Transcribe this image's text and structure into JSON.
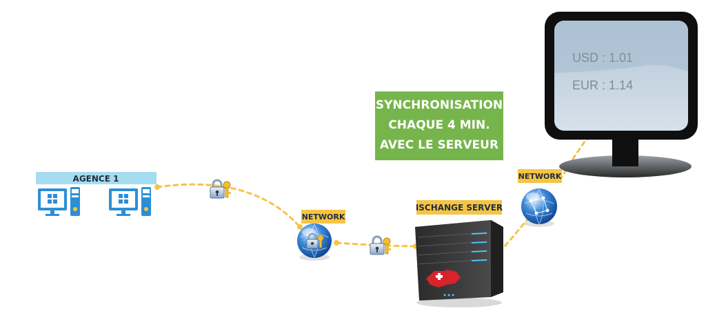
{
  "agency": {
    "label": "AGENCE 1"
  },
  "network_left": {
    "label": "NETWORK"
  },
  "network_right": {
    "label": "NETWORK"
  },
  "server": {
    "label": "ISCHANGE SERVER"
  },
  "sync_note": {
    "lines": [
      "SYNCHRONISATION",
      "CHAQUE 4 MIN.",
      "AVEC LE SERVEUR"
    ]
  },
  "display": {
    "rates": [
      {
        "text": "USD : 1.01"
      },
      {
        "text": "EUR  : 1.14"
      }
    ]
  },
  "colors": {
    "badge": "#f6c445",
    "agency_bar": "#a6dcf0",
    "sync_box": "#76b54b",
    "connector": "#f6c445",
    "windows_blue": "#2c8fd6",
    "screen": "#c9d6e2"
  },
  "icons": [
    "desktop-computer-icon",
    "lock-key-icon",
    "globe-network-icon",
    "server-rack-icon",
    "swiss-flag-icon",
    "monitor-icon"
  ]
}
